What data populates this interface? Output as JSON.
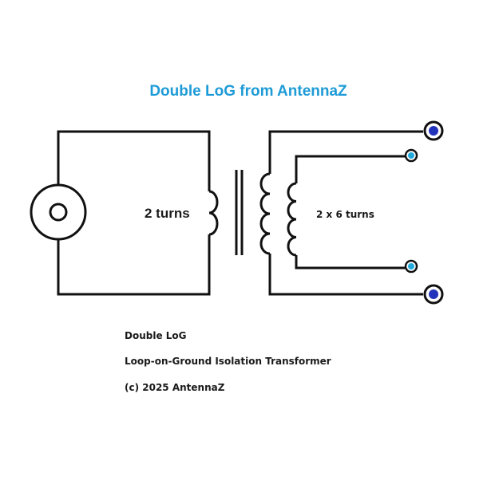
{
  "title": "Double LoG from AntennaZ",
  "colors": {
    "title": "#1e9bd7",
    "wire": "#111111",
    "terminal_outer": "#2233bb",
    "terminal_inner": "#22aadd"
  },
  "diagram": {
    "primary_label": "2 turns",
    "secondary_label": "2 x 6 turns",
    "source_icon": "coax-connector-icon",
    "terminal_icon": "terminal-icon"
  },
  "caption": {
    "line1": "Double LoG",
    "line2": "Loop-on-Ground Isolation Transformer",
    "line3": "(c) 2025 AntennaZ"
  }
}
